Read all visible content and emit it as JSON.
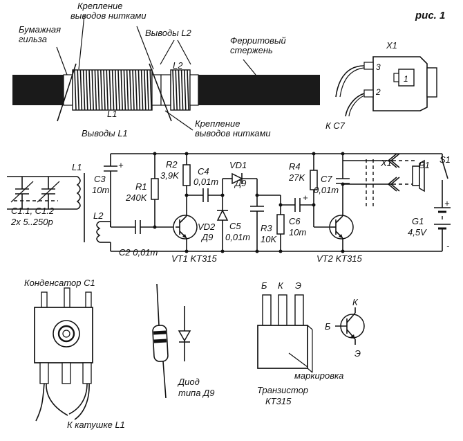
{
  "figure": {
    "label": "рис. 1"
  },
  "coil_assembly": {
    "thread_fastening_top": "Крепление выводов нитками",
    "paper_sleeve": "Бумажная гильза",
    "l2_leads": "Выводы L2",
    "ferrite_rod": "Ферритовый стержень",
    "l2": "L2",
    "l1": "L1",
    "l1_leads": "Выводы L1",
    "thread_fastening_bottom": "Крепление выводов нитками"
  },
  "jack_x1": {
    "title": "X1",
    "pin3": "3",
    "pin2": "2",
    "pin1": "1",
    "to_c7": "К С7"
  },
  "schematic": {
    "c3": [
      "C3",
      "10m"
    ],
    "r1": [
      "R1",
      "240K"
    ],
    "r2": [
      "R2",
      "3,9K"
    ],
    "c4": [
      "C4",
      "0,01m"
    ],
    "vd1": [
      "VD1",
      "Д9"
    ],
    "vd2": [
      "VD2",
      "Д9"
    ],
    "c5": [
      "C5",
      "0,01m"
    ],
    "r3": [
      "R3",
      "10K"
    ],
    "c6": [
      "C6",
      "10m"
    ],
    "r4": [
      "R4",
      "27K"
    ],
    "c7": [
      "C7",
      "0,01m"
    ],
    "x1": "X1",
    "b1": "B1",
    "s1": "S1",
    "g1": [
      "G1",
      "4,5V"
    ],
    "l1": "L1",
    "l2": "L2",
    "c1": [
      "C1.1, C1.2",
      "2x 5..250p"
    ],
    "c2": "C2 0,01m",
    "vt1": "VT1 KT315",
    "vt2": "VT2 KT315",
    "plus": "+",
    "minus": "-"
  },
  "capacitor_part": {
    "title": "Конденсатор С1",
    "to_coil": "К катушке L1"
  },
  "diode_part": {
    "caption": [
      "Диод",
      "типа Д9"
    ]
  },
  "transistor_part": {
    "pins": [
      "Б",
      "К",
      "Э"
    ],
    "marking": "маркировка",
    "caption": [
      "Транзистор",
      "КТ315"
    ],
    "symbol_pins": [
      "К",
      "Б",
      "Э"
    ]
  }
}
